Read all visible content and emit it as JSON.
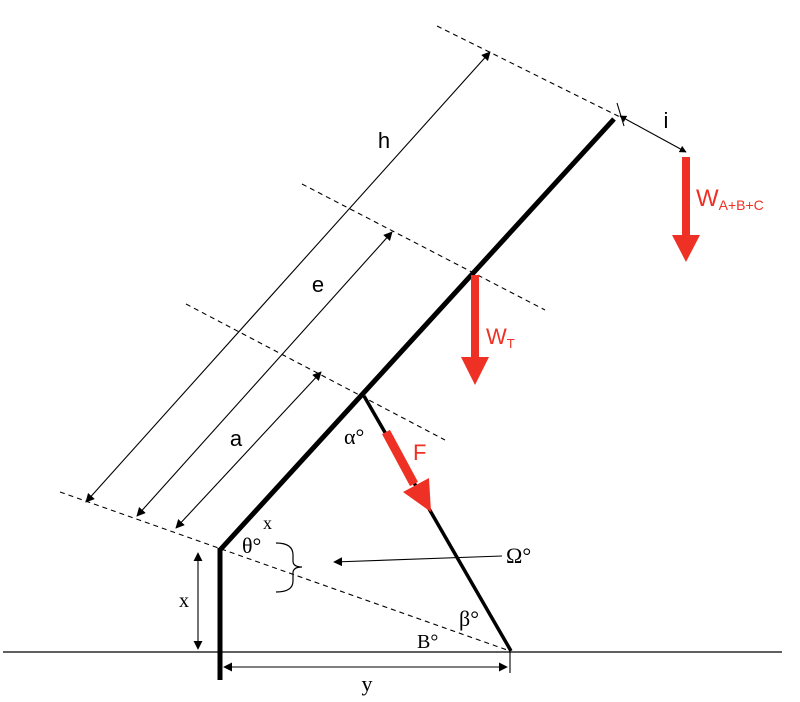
{
  "colors": {
    "force": "#ee3124",
    "line": "#000000",
    "background": "#ffffff"
  },
  "labels": {
    "h": "h",
    "e": "e",
    "a": "a",
    "i": "i",
    "x_top": "x",
    "x_left": "x",
    "y": "y",
    "theta": "θ°",
    "alpha": "α°",
    "beta": "β°",
    "B": "B°",
    "omega": "Ω°",
    "F": "F",
    "WT_main": "W",
    "WT_sub": "T",
    "WABC_main": "W",
    "WABC_sub": "A+B+C"
  }
}
